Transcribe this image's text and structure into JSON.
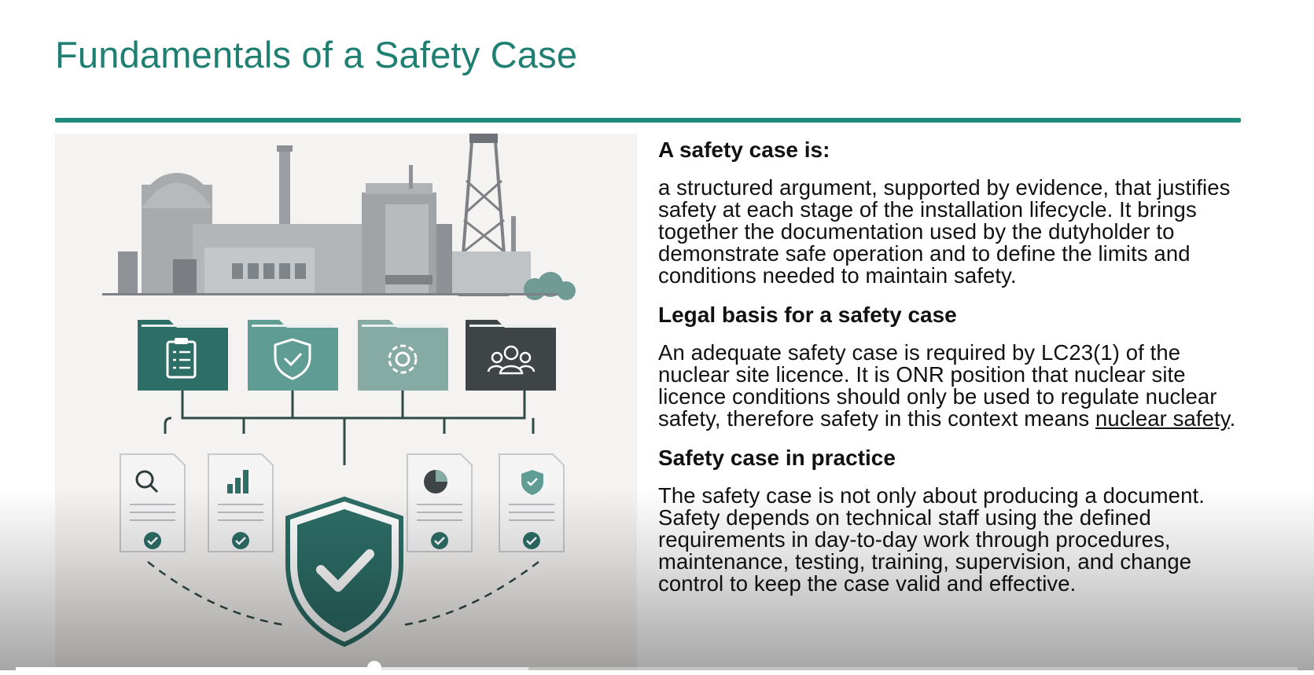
{
  "slide": {
    "title": "Fundamentals of a Safety Case"
  },
  "illustration": {
    "icons": [
      "nuclear-plant-icon",
      "clipboard-folder-icon",
      "shield-folder-icon",
      "gear-folder-icon",
      "people-folder-icon",
      "search-document-icon",
      "bar-chart-document-icon",
      "pie-chart-document-icon",
      "shield-document-icon",
      "shield-check-icon"
    ],
    "colors": {
      "teal_dark": "#2d6e67",
      "teal_mid": "#5f9c93",
      "teal_light": "#86aaa4",
      "charcoal": "#3f4446",
      "grey": "#9ea2a5"
    }
  },
  "sections": [
    {
      "heading": "A safety case is:",
      "paragraph": "a structured argument, supported by evidence, that justifies safety at each stage of the installation lifecycle. It brings together the documentation used by the dutyholder to demonstrate safe operation and to define the limits and conditions needed to maintain safety."
    },
    {
      "heading": "Legal basis for a safety case",
      "paragraph_before_link": "An adequate safety case is required by LC23(1) of the nuclear site licence. It is ONR position that nuclear site licence conditions should only be used to regulate nuclear safety, therefore safety in this context means ",
      "underlined": "nuclear safety",
      "paragraph_after_link": "."
    },
    {
      "heading": "Safety case in practice",
      "paragraph": "The safety case is not only about producing a document. Safety depends on technical staff using the defined requirements in day-to-day work through procedures, maintenance, testing, training, supervision, and change control to keep the case valid and effective."
    }
  ],
  "video_player": {
    "progress_fraction": 0.28,
    "buffered_fraction": 0.4
  }
}
